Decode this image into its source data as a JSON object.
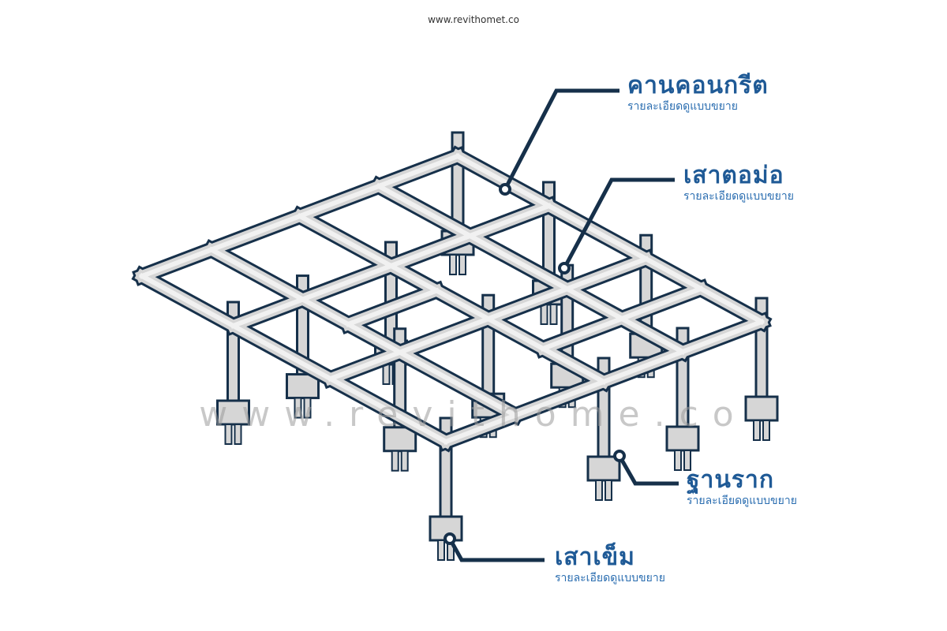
{
  "site_url": "www.revithomet.co",
  "watermark": "www.revithome.co",
  "labels": [
    {
      "id": "beam",
      "title": "คานคอนกรีต",
      "subtitle": "รายละเอียดดูแบบขยาย"
    },
    {
      "id": "stub-column",
      "title": "เสาตอม่อ",
      "subtitle": "รายละเอียดดูแบบขยาย"
    },
    {
      "id": "footing",
      "title": "ฐานราก",
      "subtitle": "รายละเอียดดูแบบขยาย"
    },
    {
      "id": "pile",
      "title": "เสาเข็ม",
      "subtitle": "รายละเอียดดูแบบขยาย"
    }
  ],
  "colors": {
    "outline": "#16304a",
    "concrete": "#d6d6d6",
    "concrete_top": "#f1f1f1",
    "label": "#1f5a96",
    "leader": "#16304a"
  }
}
